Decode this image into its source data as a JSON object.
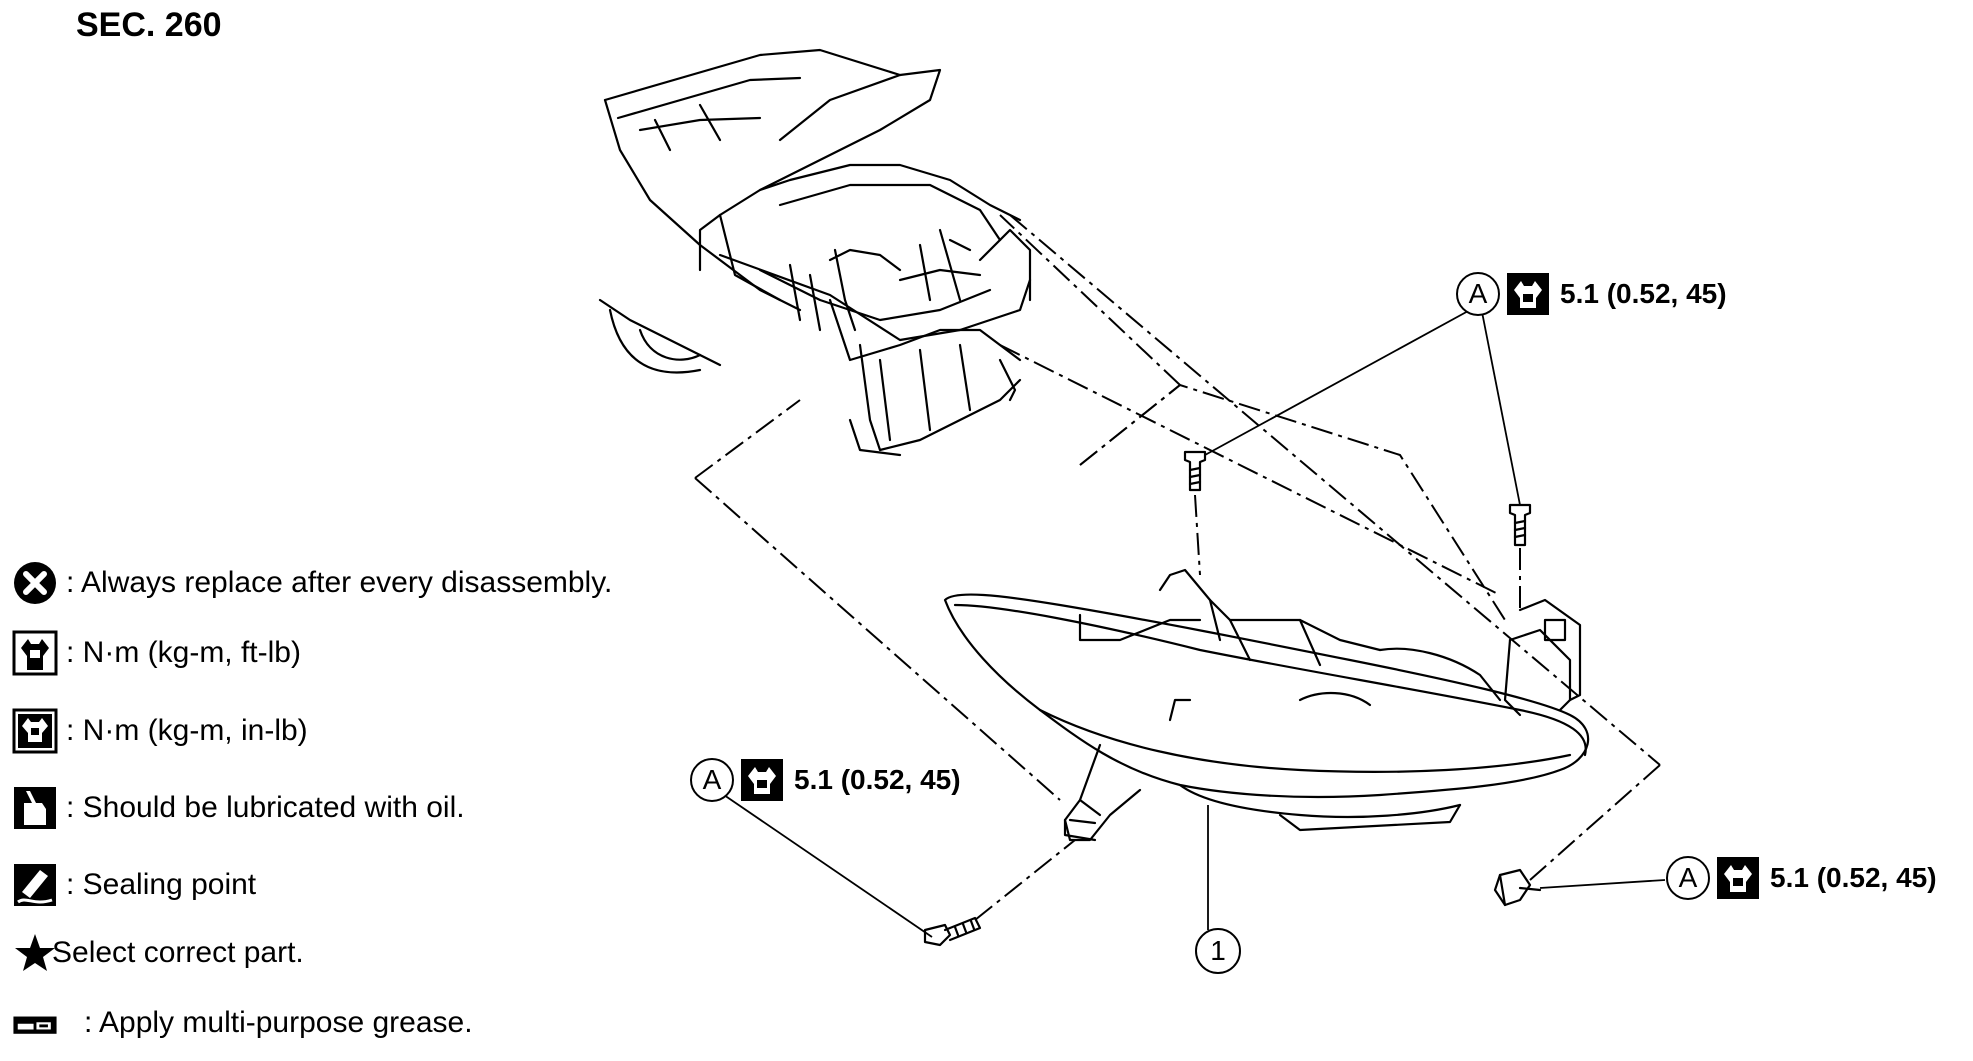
{
  "section": "SEC. 260",
  "legend": [
    {
      "icon": "replace-icon",
      "text": ": Always replace after every disassembly."
    },
    {
      "icon": "torque-ft-lb-icon",
      "text": ": N·m (kg-m, ft-lb)"
    },
    {
      "icon": "torque-in-lb-icon",
      "text": ": N·m (kg-m, in-lb)"
    },
    {
      "icon": "oil-can-icon",
      "text": ": Should be lubricated with oil."
    },
    {
      "icon": "sealant-icon",
      "text": ": Sealing point"
    },
    {
      "icon": "star-icon",
      "text": "Select correct part."
    },
    {
      "icon": "grease-gun-icon",
      "text": ": Apply multi-purpose grease."
    }
  ],
  "callouts": {
    "top": {
      "letter": "A",
      "torque": "5.1 (0.52, 45)"
    },
    "left": {
      "letter": "A",
      "torque": "5.1 (0.52, 45)"
    },
    "right": {
      "letter": "A",
      "torque": "5.1 (0.52, 45)"
    }
  },
  "parts": [
    {
      "number": "1",
      "name": "headlamp-assembly"
    }
  ]
}
